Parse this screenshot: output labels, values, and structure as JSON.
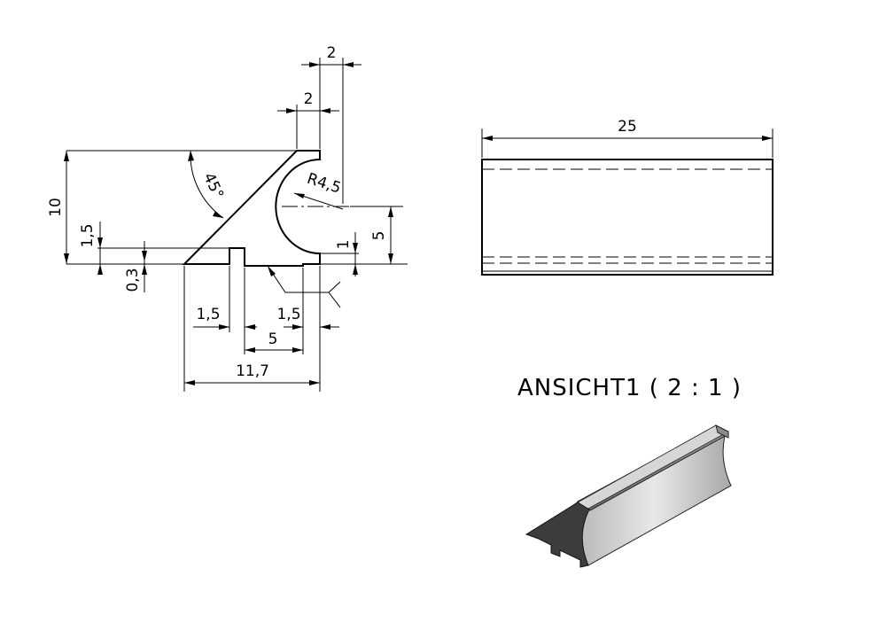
{
  "profile_view": {
    "dims": {
      "top_width_outer": "2",
      "top_width_inner": "2",
      "radius": "R4,5",
      "angle": "45°",
      "height_total": "10",
      "height_groove": "1,5",
      "height_lip": "0,3",
      "height_arc": "5",
      "height_foot": "1",
      "groove_width_left": "1,5",
      "groove_width_right": "1,5",
      "bottom_inner": "5",
      "bottom_total": "11,7"
    }
  },
  "side_view": {
    "dims": {
      "length": "25"
    }
  },
  "iso_view": {
    "label": "ANSICHT1 ( 2 : 1 )"
  }
}
